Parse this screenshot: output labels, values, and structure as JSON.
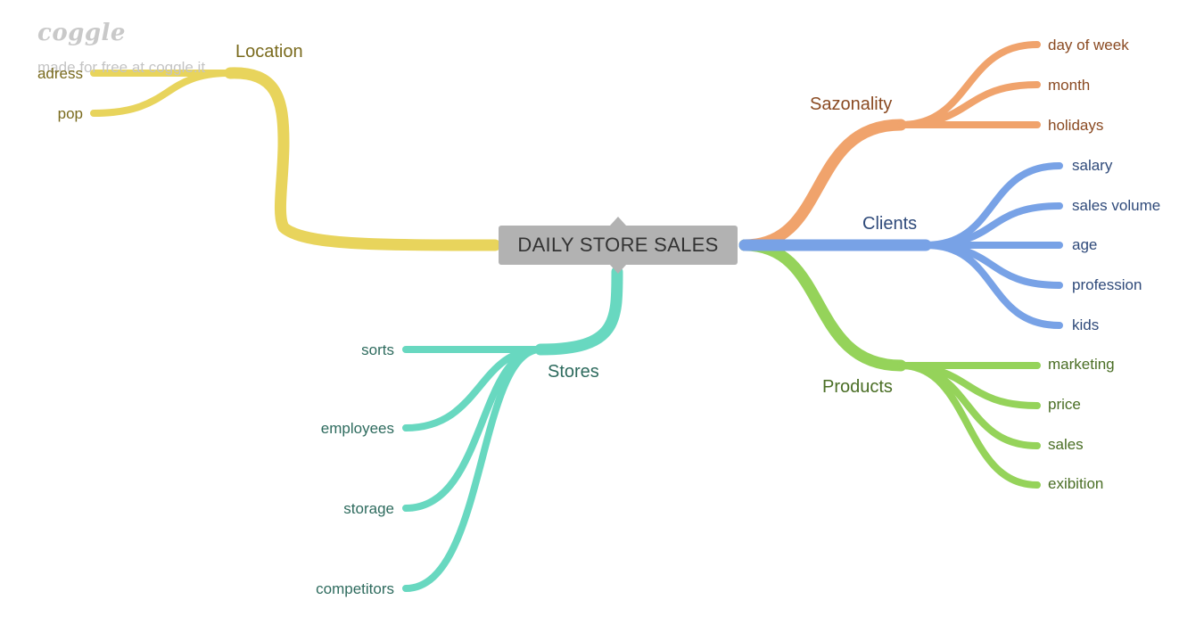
{
  "watermark": {
    "logo": "coggle",
    "tagline": "made for free at coggle.it"
  },
  "center": {
    "title": "DAILY STORE SALES"
  },
  "branches": {
    "location": {
      "label": "Location",
      "color": "#e8d45c",
      "text_color": "#7a6b1e",
      "children": [
        "adress",
        "pop"
      ]
    },
    "stores": {
      "label": "Stores",
      "color": "#68d8c0",
      "text_color": "#2e6b5e",
      "children": [
        "sorts",
        "employees",
        "storage",
        "competitors"
      ]
    },
    "sazonality": {
      "label": "Sazonality",
      "color": "#f0a36c",
      "text_color": "#8a4a22",
      "children": [
        "day of week",
        "month",
        "holidays"
      ]
    },
    "clients": {
      "label": "Clients",
      "color": "#78a2e6",
      "text_color": "#2f4a7a",
      "children": [
        "salary",
        "sales volume",
        "age",
        "profession",
        "kids"
      ]
    },
    "products": {
      "label": "Products",
      "color": "#95d35a",
      "text_color": "#4a6e25",
      "children": [
        "marketing",
        "price",
        "sales",
        "exibition"
      ]
    }
  }
}
